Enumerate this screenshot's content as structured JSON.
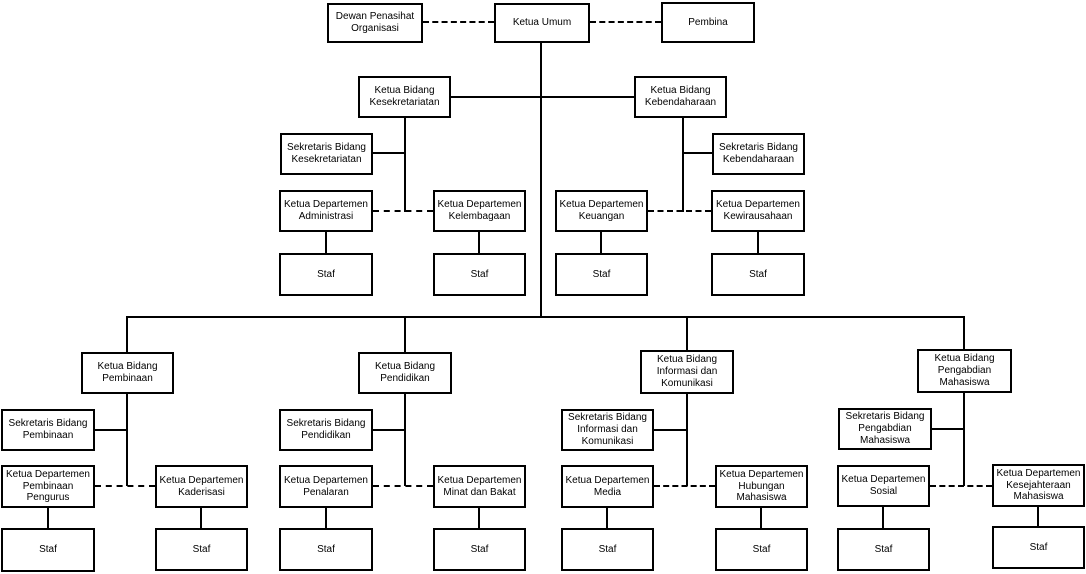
{
  "colors": {
    "box_border": "#000000",
    "box_background": "#ffffff",
    "text": "#000000",
    "connector_line": "#000000"
  },
  "chart": {
    "type": "org-chart",
    "leadership": {
      "dewan_penasihat": "Dewan Penasihat Organisasi",
      "ketua_umum": "Ketua Umum",
      "pembina": "Pembina"
    },
    "staf_label": "Staf",
    "bidang_atas": {
      "kesekretariatan": {
        "ketua": "Ketua Bidang Kesekretariatan",
        "sekretaris": "Sekretaris Bidang Kesekretariatan",
        "departemen": {
          "administrasi": "Ketua Departemen Administrasi",
          "kelembagaan": "Ketua Departemen Kelembagaan"
        }
      },
      "kebendaharaan": {
        "ketua": "Ketua Bidang Kebendaharaan",
        "sekretaris": "Sekretaris Bidang Kebendaharaan",
        "departemen": {
          "keuangan": "Ketua Departemen Keuangan",
          "kewirausahaan": "Ketua Departemen Kewirausahaan"
        }
      }
    },
    "bidang_bawah": {
      "pembinaan": {
        "ketua": "Ketua Bidang Pembinaan",
        "sekretaris": "Sekretaris Bidang Pembinaan",
        "departemen": {
          "pembinaan_pengurus": "Ketua Departemen Pembinaan Pengurus",
          "kaderisasi": "Ketua Departemen Kaderisasi"
        }
      },
      "pendidikan": {
        "ketua": "Ketua Bidang Pendidikan",
        "sekretaris": "Sekretaris Bidang Pendidikan",
        "departemen": {
          "penalaran": "Ketua Departemen Penalaran",
          "minat_bakat": "Ketua Departemen Minat dan Bakat"
        }
      },
      "informasi_komunikasi": {
        "ketua": "Ketua Bidang Informasi dan Komunikasi",
        "sekretaris": "Sekretaris Bidang Informasi dan Komunikasi",
        "departemen": {
          "media": "Ketua Departemen Media",
          "hubungan_mahasiswa": "Ketua Departemen Hubungan Mahasiswa"
        }
      },
      "pengabdian_mahasiswa": {
        "ketua": "Ketua Bidang Pengabdian Mahasiswa",
        "sekretaris": "Sekretaris Bidang Pengabdian Mahasiswa",
        "departemen": {
          "sosial": "Ketua Departemen Sosial",
          "kesejahteraan_mahasiswa": "Ketua Departemen Kesejahteraan Mahasiswa"
        }
      }
    }
  }
}
